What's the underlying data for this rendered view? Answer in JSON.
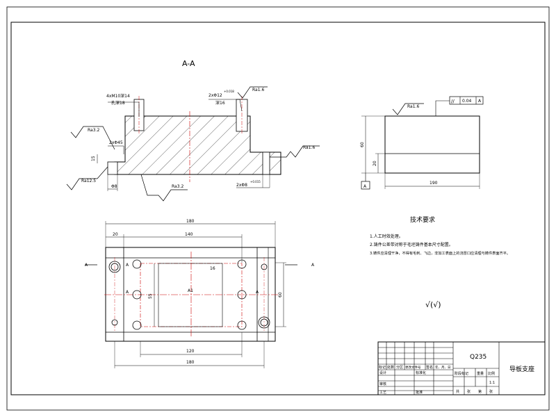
{
  "section_title": "A-A",
  "section_labels": {
    "counterbore_left_1": "4xM10深14",
    "counterbore_left_2": "孔深18",
    "counterbore_right_1": "2xΦ12",
    "counterbore_right_tol": "+0.018",
    "counterbore_right_2": "深16",
    "chamfer": "2xΦ45",
    "dim_15": "15",
    "dim_phi": "Φ8",
    "bottom_hole": "2xΦ8",
    "bottom_hole_tol": "+0.015",
    "roughness_ra32_left": "Ra3.2",
    "roughness_ra16_top": "Ra1.6",
    "roughness_ra125": "Ra12.5",
    "roughness_ra32_bottom": "Ra3.2",
    "roughness_ra16_right": "Ra1.6"
  },
  "side_view_labels": {
    "roughness": "Ra1.6",
    "parallelism_symbol": "//",
    "parallelism_value": "0.04",
    "datum_ref": "A",
    "datum_flag": "A",
    "height_total": "60",
    "height_step": "20",
    "width": "190"
  },
  "plan_view_labels": {
    "overall_width": "180",
    "offset": "20",
    "hole_spacing": "140",
    "inner_dim": "16",
    "height_dim": "55",
    "overall_height": "60",
    "bottom_spacing": "120",
    "bottom_overall": "180",
    "section_a_left": "A",
    "section_a_right": "A",
    "centre_a": "A",
    "center_mark": "A1",
    "hole_a_left": "A",
    "hole_a_right": "A"
  },
  "tech_requirements": {
    "title": "技术要求",
    "items": [
      "1.人工时效处理。",
      "2.铸件公差带对称于毛坯铸件基本尺寸配置。",
      "3.铸件应清理干净，不得有毛刺、飞边，非加工表面上的浇冒口应清理与铸件表面齐平。"
    ]
  },
  "roughness_note": "√(√)",
  "title_block": {
    "material": "Q235",
    "part_name": "导板支座",
    "header_row": [
      "标记",
      "处数",
      "分区",
      "更改文件号",
      "签名",
      "年、月、日"
    ],
    "design_label": "设计",
    "standard_label": "标准化",
    "stage_labels": [
      "阶段标记",
      "重量",
      "比例"
    ],
    "scale": "1:1",
    "review_label": "审核",
    "process_label": "工艺",
    "approve_label": "批准",
    "sheet_labels": [
      "共",
      "张",
      "第",
      "张"
    ]
  },
  "colors": {
    "line": "#000000",
    "centerline": "#cc0000",
    "background": "#ffffff"
  }
}
